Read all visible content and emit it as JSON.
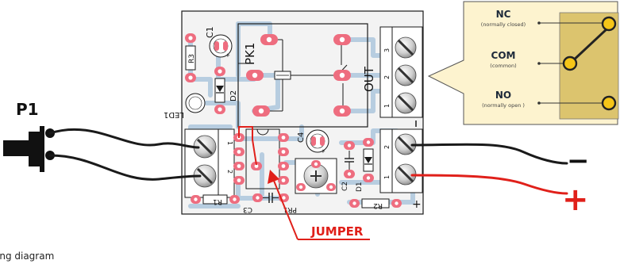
{
  "labels": {
    "p1": "P1",
    "jumper": "JUMPER",
    "minus": "−",
    "plus": "+",
    "pk1": "PK1",
    "out": "OUT",
    "c1": "C1",
    "c2": "C2",
    "c3": "C3",
    "c4": "C4",
    "r1": "R1",
    "r2": "R2",
    "r3": "R3",
    "d1": "D1",
    "d2": "D2",
    "led1": "LED1",
    "pr1": "PR1",
    "pin1": "1",
    "pin2": "2",
    "pin3": "3"
  },
  "callout": {
    "nc": {
      "title": "NC",
      "subtitle": "(normally closed)"
    },
    "com": {
      "title": "COM",
      "subtitle": "(common)"
    },
    "no": {
      "title": "NO",
      "subtitle": "(normally open )"
    }
  },
  "caption": "ing diagram",
  "colors": {
    "pcb": "#f2f2f2",
    "trace": "#b7cde0",
    "pad": "#ee6d7f",
    "callout_bg": "#fdf3cf",
    "relay_box": "#dcc46e",
    "jumper": "#e0201a",
    "wire_red": "#e0201a",
    "wire_black": "#1a1a1a"
  }
}
